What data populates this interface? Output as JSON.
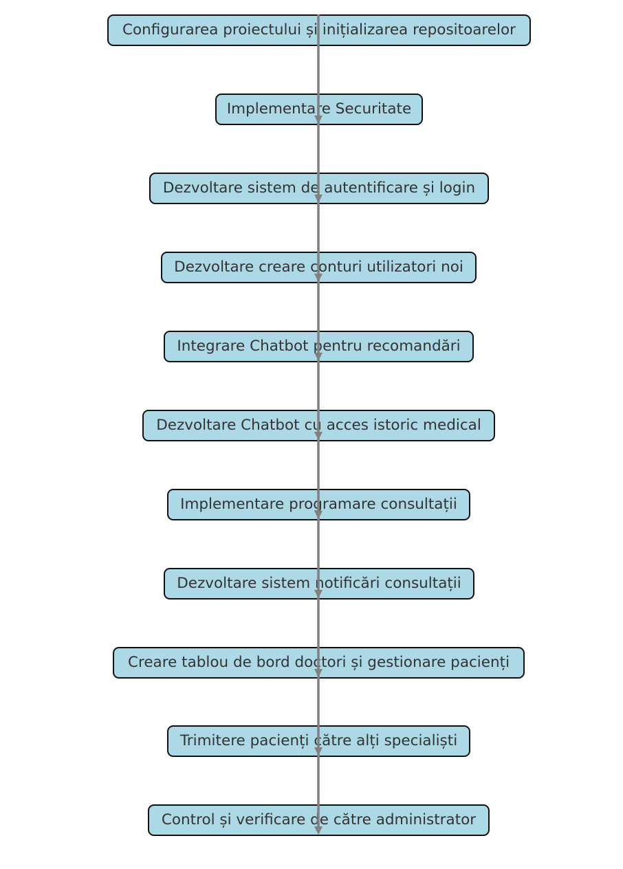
{
  "flowchart": {
    "steps": [
      "Configurarea proiectului și inițializarea repositoarelor",
      "Implementare Securitate",
      "Dezvoltare sistem de autentificare și login",
      "Dezvoltare creare conturi utilizatori noi",
      "Integrare Chatbot pentru recomandări",
      "Dezvoltare Chatbot cu acces istoric medical",
      "Implementare programare consultații",
      "Dezvoltare sistem notificări consultații",
      "Creare tablou de bord doctori și gestionare pacienți",
      "Trimitere pacienți către alți specialiști",
      "Control și verificare de către administrator"
    ],
    "colors": {
      "box_fill": "#add8e6",
      "box_border": "#111111",
      "text": "#333333",
      "connector": "#808080"
    }
  }
}
